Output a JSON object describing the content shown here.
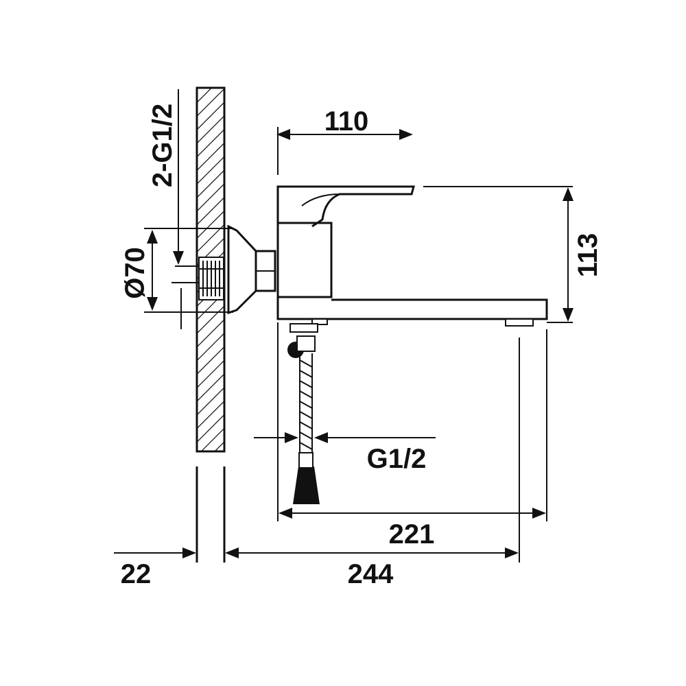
{
  "diagram": {
    "dimensions": {
      "top_width": "110",
      "height": "113",
      "thread_pair": "2-G1/2",
      "flange_diameter": "Ø70",
      "hose_thread": "G1/2",
      "reach_spout": "221",
      "reach_total": "244",
      "wall_offset": "22"
    }
  }
}
